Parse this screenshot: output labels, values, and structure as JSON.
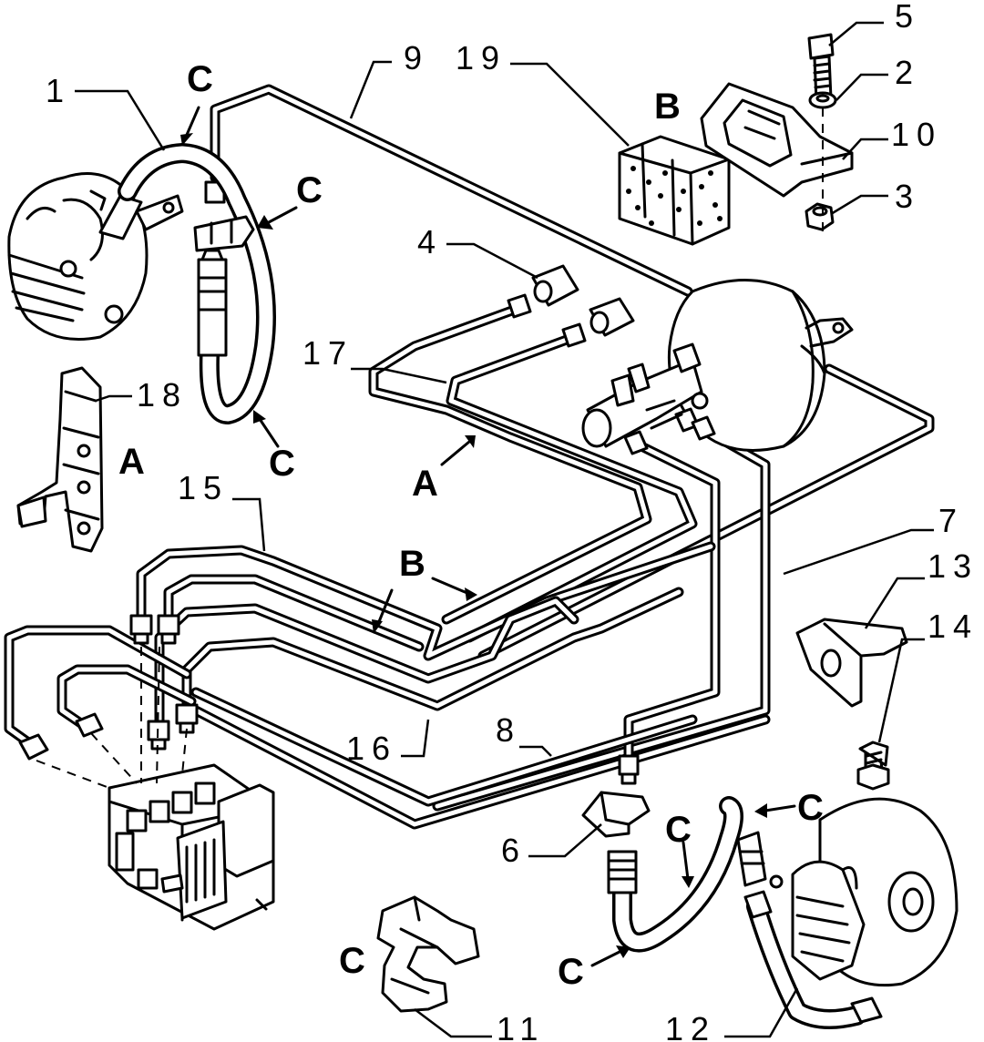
{
  "part_numbers": {
    "p1": "1",
    "p2": "2",
    "p3": "3",
    "p4": "4",
    "p5": "5",
    "p6": "6",
    "p7": "7",
    "p8": "8",
    "p9": "9",
    "p10": "10",
    "p11": "11",
    "p12": "12",
    "p13": "13",
    "p14": "14",
    "p15": "15",
    "p16": "16",
    "p17": "17",
    "p18": "18",
    "p19": "19"
  },
  "detail_letters": {
    "a": "A",
    "b": "B",
    "c": "C"
  }
}
